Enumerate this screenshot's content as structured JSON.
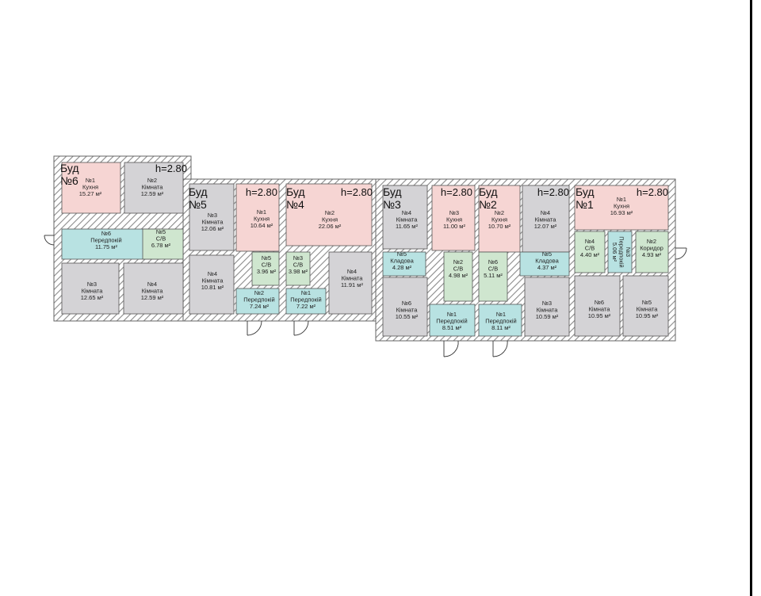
{
  "colors": {
    "kitchen": "#f6d5d3",
    "room": "#d4d3d6",
    "hall": "#b8e2e2",
    "bath": "#cfe6cf",
    "wall_hatch": "#9a9a9a",
    "background": "#ffffff"
  },
  "buildings": [
    {
      "label_line1": "Буд",
      "label_line2": "№6",
      "height": "h=2.80"
    },
    {
      "label_line1": "Буд",
      "label_line2": "№5",
      "height": "h=2.80"
    },
    {
      "label_line1": "Буд",
      "label_line2": "№4",
      "height": "h=2.80"
    },
    {
      "label_line1": "Буд",
      "label_line2": "№3",
      "height": "h=2.80"
    },
    {
      "label_line1": "Буд",
      "label_line2": "№2",
      "height": "h=2.80"
    },
    {
      "label_line1": "Буд",
      "label_line2": "№1",
      "height": "h=2.80"
    }
  ],
  "rooms": [
    {
      "num": "№1",
      "name": "Кухня",
      "area": "15.27 м²",
      "kind": "kitchen"
    },
    {
      "num": "№2",
      "name": "Кімната",
      "area": "12.59 м²",
      "kind": "room"
    },
    {
      "num": "№6",
      "name": "Передпокій",
      "area": "11.75 м²",
      "kind": "hall"
    },
    {
      "num": "№5",
      "name": "С/В",
      "area": "6.78 м²",
      "kind": "bath"
    },
    {
      "num": "№3",
      "name": "Кімната",
      "area": "12.65 м²",
      "kind": "room"
    },
    {
      "num": "№4",
      "name": "Кімната",
      "area": "12.59 м²",
      "kind": "room"
    },
    {
      "num": "№3",
      "name": "Кімната",
      "area": "12.06 м²",
      "kind": "room"
    },
    {
      "num": "№4",
      "name": "Кімната",
      "area": "10.81 м²",
      "kind": "room"
    },
    {
      "num": "№1",
      "name": "Кухня",
      "area": "10.64 м²",
      "kind": "kitchen"
    },
    {
      "num": "№5",
      "name": "С/В",
      "area": "3.96 м²",
      "kind": "bath"
    },
    {
      "num": "№2",
      "name": "Передпокій",
      "area": "7.24 м²",
      "kind": "hall"
    },
    {
      "num": "№2",
      "name": "Кухня",
      "area": "22.06 м²",
      "kind": "kitchen"
    },
    {
      "num": "№3",
      "name": "С/В",
      "area": "3.98 м²",
      "kind": "bath"
    },
    {
      "num": "№1",
      "name": "Передпокій",
      "area": "7.22 м²",
      "kind": "hall"
    },
    {
      "num": "№4",
      "name": "Кімната",
      "area": "11.91 м²",
      "kind": "room"
    },
    {
      "num": "№4",
      "name": "Кімната",
      "area": "11.65 м²",
      "kind": "room"
    },
    {
      "num": "№5",
      "name": "Кладова",
      "area": "4.28 м²",
      "kind": "hall"
    },
    {
      "num": "№6",
      "name": "Кімната",
      "area": "10.55 м²",
      "kind": "room"
    },
    {
      "num": "№3",
      "name": "Кухня",
      "area": "11.00 м²",
      "kind": "kitchen"
    },
    {
      "num": "№2",
      "name": "С/В",
      "area": "4.98 м²",
      "kind": "bath"
    },
    {
      "num": "№1",
      "name": "Передпокій",
      "area": "8.51 м²",
      "kind": "hall"
    },
    {
      "num": "№2",
      "name": "Кухня",
      "area": "10.70 м²",
      "kind": "kitchen"
    },
    {
      "num": "№6",
      "name": "С/В",
      "area": "5.11 м²",
      "kind": "bath"
    },
    {
      "num": "№1",
      "name": "Передпокій",
      "area": "8.11 м²",
      "kind": "hall"
    },
    {
      "num": "№4",
      "name": "Кімната",
      "area": "12.07 м²",
      "kind": "room"
    },
    {
      "num": "№5",
      "name": "Кладова",
      "area": "4.37 м²",
      "kind": "hall"
    },
    {
      "num": "№3",
      "name": "Кімната",
      "area": "10.59 м²",
      "kind": "room"
    },
    {
      "num": "№1",
      "name": "Кухня",
      "area": "16.93 м²",
      "kind": "kitchen"
    },
    {
      "num": "№4",
      "name": "С/В",
      "area": "4.40 м²",
      "kind": "bath"
    },
    {
      "num": "№3",
      "name": "Передпокій",
      "area": "5.06 м²",
      "kind": "hall"
    },
    {
      "num": "№2",
      "name": "Коридор",
      "area": "4.93 м²",
      "kind": "bath"
    },
    {
      "num": "№6",
      "name": "Кімната",
      "area": "10.95 м²",
      "kind": "room"
    },
    {
      "num": "№5",
      "name": "Кімната",
      "area": "10.95 м²",
      "kind": "room"
    }
  ]
}
